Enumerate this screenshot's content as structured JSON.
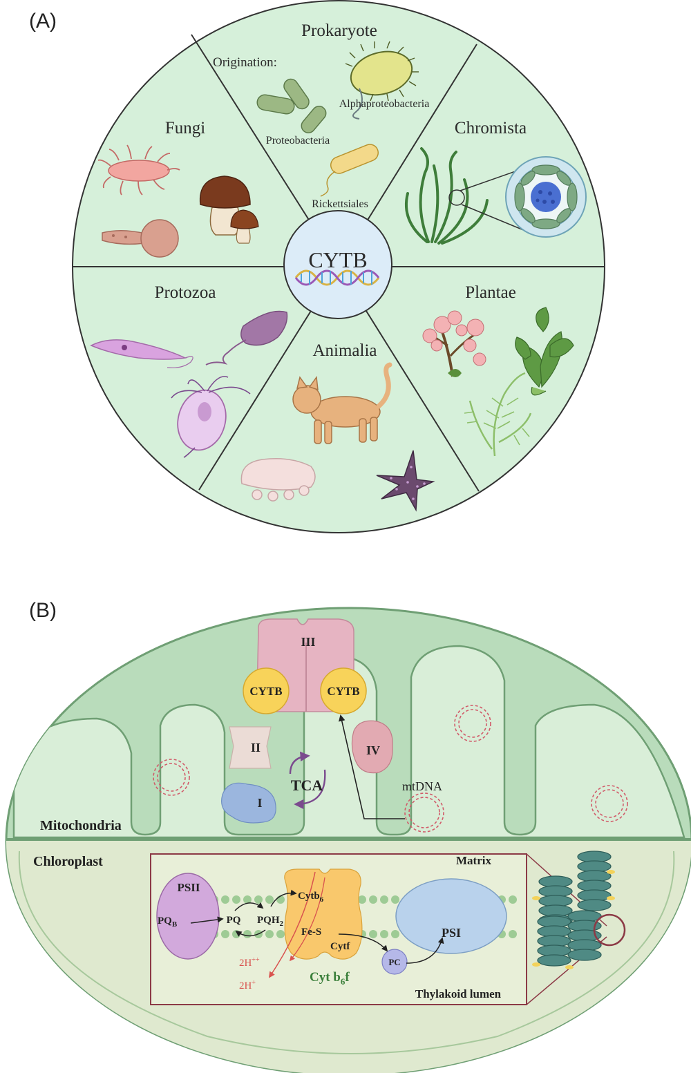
{
  "panel_a": {
    "label": "(A)",
    "center": "CYTB",
    "sectors": {
      "prokaryote": "Prokaryote",
      "chromista": "Chromista",
      "plantae": "Plantae",
      "animalia": "Animalia",
      "protozoa": "Protozoa",
      "fungi": "Fungi"
    },
    "prokaryote_detail": {
      "origination": "Origination:",
      "alphaproteobacteria": "Alphaproteobacteria",
      "proteobacteria": "Proteobacteria",
      "rickettsiales": "Rickettsiales"
    }
  },
  "panel_b": {
    "label": "(B)",
    "mitochondria": {
      "title": "Mitochondria",
      "complex_iii": "III",
      "cytb_left": "CYTB",
      "cytb_right": "CYTB",
      "complex_ii": "II",
      "complex_i": "I",
      "complex_iv": "IV",
      "tca": "TCA",
      "mtdna": "mtDNA"
    },
    "chloroplast": {
      "title": "Chloroplast",
      "matrix": "Matrix",
      "psii": "PSII",
      "pqb": "PQ",
      "pqb_sub": "B",
      "pq": "PQ",
      "pqh": "PQH",
      "pqh_sub": "2",
      "cytb6": "Cytb",
      "cytb6_sub": "6",
      "fes": "Fe-S",
      "cytf": "Cytf",
      "h_plus_1": "2H",
      "h_plus_1_sup": "++",
      "h_plus_2": "2H",
      "h_plus_2_sup": "+",
      "complex_name": "Cyt b",
      "complex_sub": "6",
      "complex_suffix": "f",
      "pc": "PC",
      "psi": "PSI",
      "lumen": "Thylakoid lumen"
    }
  },
  "colors": {
    "circle_fill": "#d6f0da",
    "mito_fill": "#b9dcbb",
    "chloro_fill": "#dfe9cf",
    "cytb_yellow": "#f8d35a",
    "complex_pink": "#e6b4c2",
    "psii_purple": "#d2a9dc",
    "psi_blue": "#b9d2ec",
    "cytb6f_orange": "#f9c86c",
    "h_red": "#d9534f",
    "cytb6f_label_green": "#3b7f3b"
  }
}
